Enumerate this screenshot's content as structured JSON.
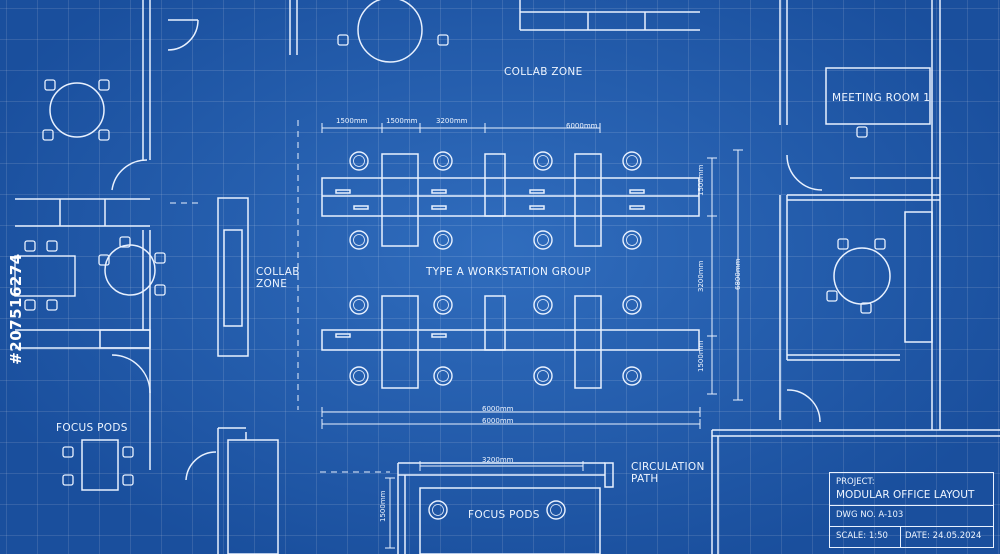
{
  "labels": {
    "collab_zone_top": "COLLAB ZONE",
    "meeting_room": "MEETING ROOM 1",
    "collab_zone_left_line1": "COLLAB",
    "collab_zone_left_line2": "ZONE",
    "workstation_group": "TYPE A WORKSTATION GROUP",
    "focus_pods_left": "FOCUS PODS",
    "focus_pods_bottom": "FOCUS PODS",
    "circulation_line1": "CIRCULATION",
    "circulation_line2": "PATH"
  },
  "dimensions": {
    "top_a": "1500mm",
    "top_b": "1500mm",
    "top_c": "3200mm",
    "top_d": "6000mm",
    "right_a": "1500mm",
    "right_b": "3200mm",
    "right_c": "1500mm",
    "right_total": "6800mm",
    "bottom_a": "6000mm",
    "bottom_b": "6000mm",
    "pod_width": "3200mm",
    "pod_height": "1500mm"
  },
  "watermark_id": "#207516274",
  "title_block": {
    "project_label": "PROJECT:",
    "project_name": "MODULAR OFFICE LAYOUT",
    "dwg_no": "DWG NO. A-103",
    "scale": "SCALE: 1:50",
    "date": "DATE: 24.05.2024"
  },
  "colors": {
    "background": "#1f5cad",
    "line": "#e8f1ff",
    "grid": "#6f9fe0"
  }
}
